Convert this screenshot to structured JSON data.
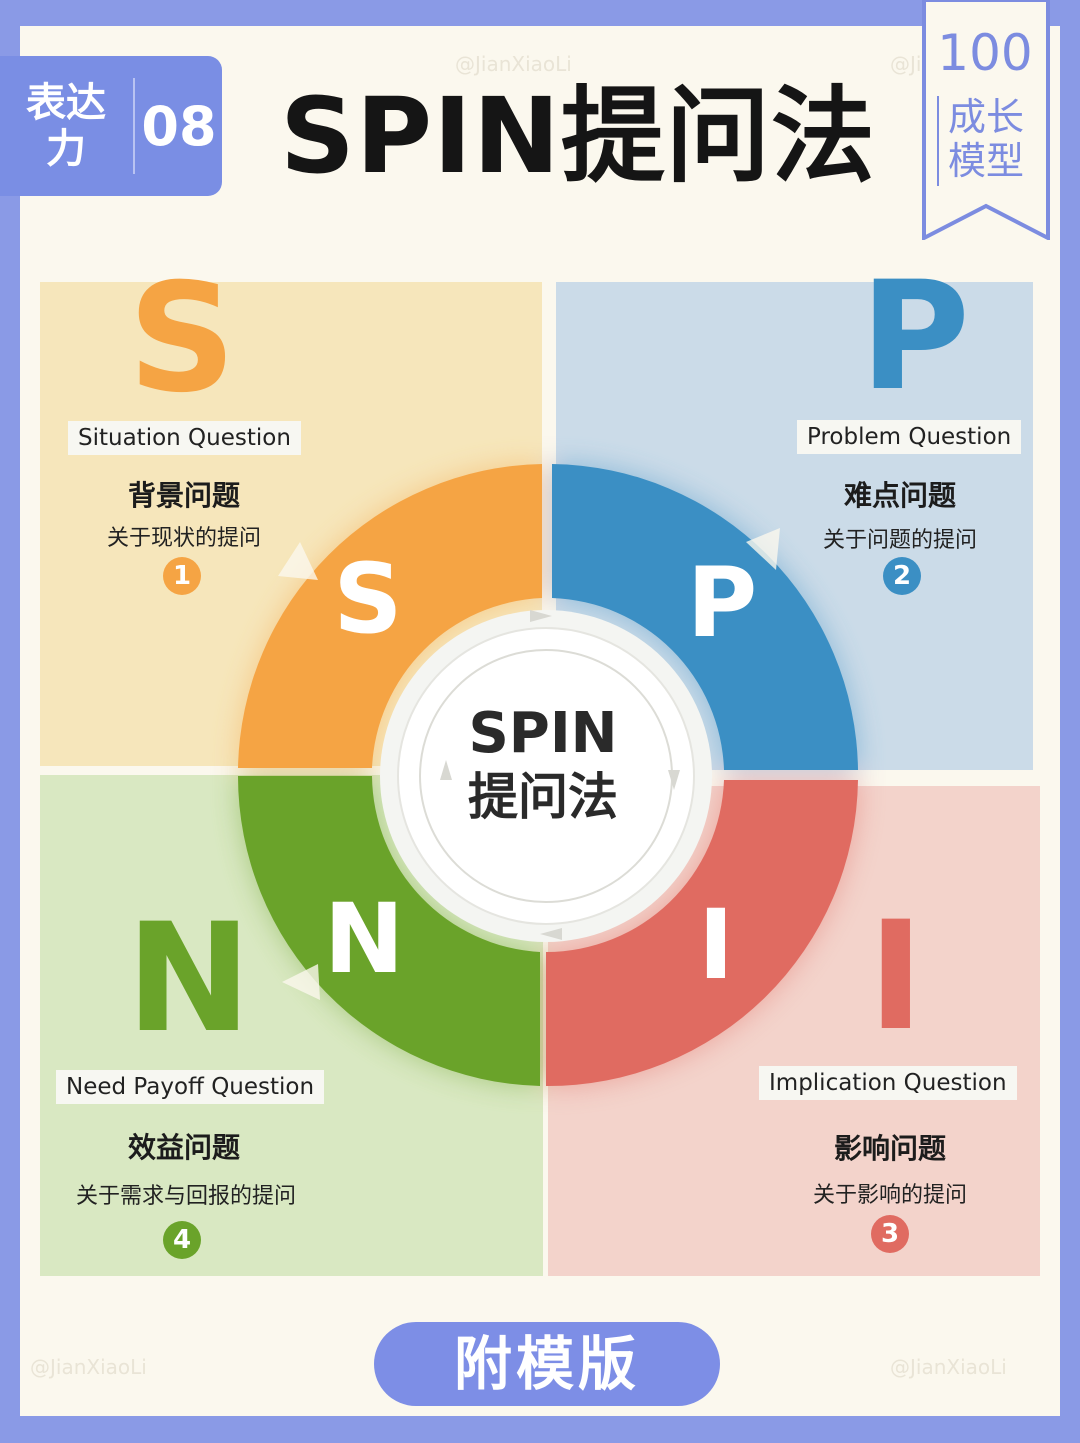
{
  "tag": {
    "line1": "表达",
    "line2": "力",
    "number": "08"
  },
  "title": "SPIN提问法",
  "ribbon": {
    "number": "100",
    "line1": "成长",
    "line2": "模型"
  },
  "watermark": "@JianXiaoLi",
  "center": {
    "line1": "SPIN",
    "line2": "提问法"
  },
  "quadrants": [
    {
      "letter": "S",
      "english": "Situation Question",
      "title": "背景问题",
      "desc": "关于现状的提问",
      "number": "1",
      "color": "#f5a444",
      "bg": "#f6e6bb"
    },
    {
      "letter": "P",
      "english": "Problem Question",
      "title": "难点问题",
      "desc": "关于问题的提问",
      "number": "2",
      "color": "#3b8fc4",
      "bg": "#cbdbe8"
    },
    {
      "letter": "I",
      "english": "Implication Question",
      "title": "影响问题",
      "desc": "关于影响的提问",
      "number": "3",
      "color": "#e06b61",
      "bg": "#f3d3cb"
    },
    {
      "letter": "N",
      "english": "Need Payoff Question",
      "title": "效益问题",
      "desc": "关于需求与回报的提问",
      "number": "4",
      "color": "#6aa32a",
      "bg": "#d9e8c2"
    }
  ],
  "button": "附模版"
}
